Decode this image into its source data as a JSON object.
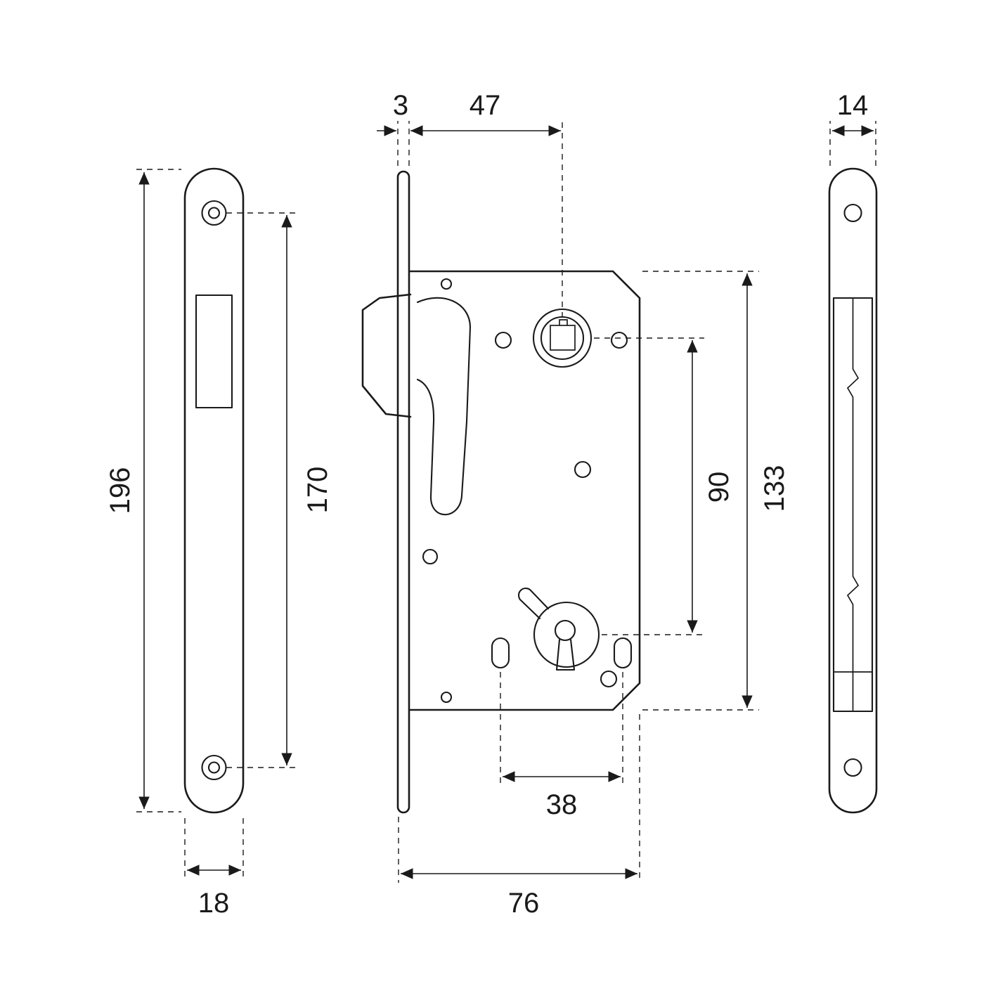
{
  "colors": {
    "line": "#1a1a1a",
    "background": "#ffffff"
  },
  "dimensions": {
    "faceplate_height": "196",
    "screw_hole_spacing": "170",
    "faceplate_width": "18",
    "faceplate_thickness": "3",
    "backset": "47",
    "spindle_to_key_distance": "90",
    "body_height": "133",
    "lower_hole_spacing": "38",
    "body_depth": "76",
    "side_width": "14"
  }
}
